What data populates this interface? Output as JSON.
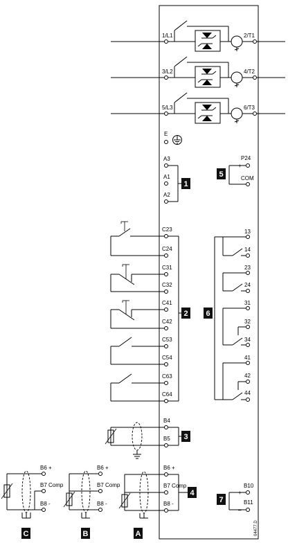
{
  "power_terminals": {
    "l1": "1/L1",
    "t1": "2/T1",
    "l2": "3/L2",
    "t2": "4/T2",
    "l3": "5/L3",
    "t3": "6/T3",
    "earth": "E"
  },
  "control_inputs": {
    "a3": "A3",
    "a1": "A1",
    "a2": "A2",
    "badge": "1"
  },
  "remote_inputs": {
    "c23": "C23",
    "c24": "C24",
    "c31": "C31",
    "c32": "C32",
    "c41": "C41",
    "c42": "C42",
    "c53": "C53",
    "c54": "C54",
    "c63": "C63",
    "c64": "C64",
    "badge": "2"
  },
  "motor_thermistor": {
    "b4": "B4",
    "b5": "B5",
    "badge": "3"
  },
  "rtd_input": {
    "b6": "B6 +",
    "b7": "B7 Comp",
    "b8": "B8 -",
    "badge": "4"
  },
  "rtd_examples": {
    "c": {
      "b6": "B6 +",
      "b7": "B7 Comp",
      "b8": "B8 -",
      "badge": "C"
    },
    "b": {
      "b6": "B6 +",
      "b7": "B7 Comp",
      "b8": "B8 -",
      "badge": "B"
    },
    "a": {
      "b6": "B6 +",
      "b7": "B7 Comp",
      "b8": "B8 -",
      "badge": "A"
    }
  },
  "supply_24v": {
    "p24": "P24",
    "plus": "+",
    "com": "COM",
    "minus": "–",
    "badge": "5"
  },
  "relay_outputs": {
    "r13": "13",
    "r14": "14",
    "r23": "23",
    "r24": "24",
    "r31": "31",
    "r32": "32",
    "r34": "34",
    "r41": "41",
    "r42": "42",
    "r44": "44",
    "badge": "6"
  },
  "analog_output": {
    "b10": "B10",
    "plus": "+",
    "b11": "B11",
    "minus": "–",
    "badge": "7"
  },
  "drawing_ref": "04477.D"
}
